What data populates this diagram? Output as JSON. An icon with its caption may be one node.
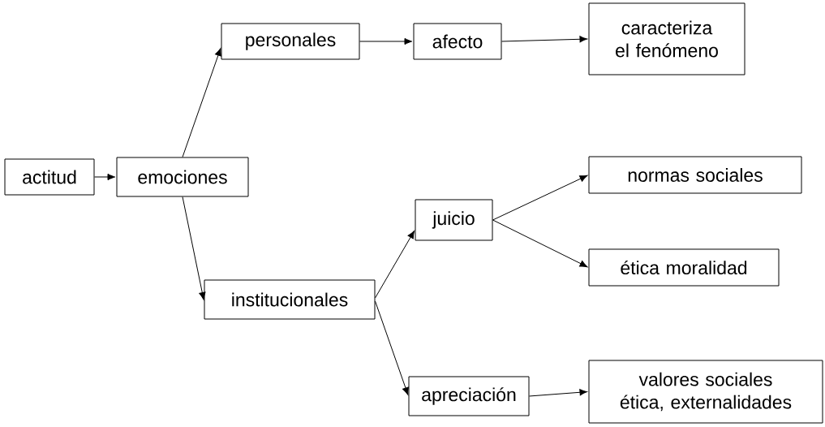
{
  "diagram": {
    "nodes": [
      {
        "text": [
          "actitud"
        ]
      },
      {
        "text": [
          "emociones"
        ]
      },
      {
        "text": [
          "personales"
        ]
      },
      {
        "text": [
          "afecto"
        ]
      },
      {
        "text": [
          "caracteriza el fenómeno"
        ]
      },
      {
        "text": [
          "institucionales"
        ]
      },
      {
        "text": [
          "juicio"
        ]
      },
      {
        "text": [
          "normas sociales"
        ]
      },
      {
        "text": [
          "ética moralidad"
        ]
      },
      {
        "text": [
          "apreciación"
        ]
      },
      {
        "text": [
          "valores sociales ética, externalidades"
        ]
      }
    ],
    "edges": [
      {
        "from": 0,
        "to": 1,
        "arrow": "to"
      },
      {
        "from": 1,
        "to": 2,
        "arrow": "to"
      },
      {
        "from": 2,
        "to": 3,
        "arrow": "to"
      },
      {
        "from": 3,
        "to": 4,
        "arrow": "to"
      },
      {
        "from": 1,
        "to": 5,
        "arrow": "to"
      },
      {
        "from": 5,
        "to": 6,
        "arrow": "to"
      },
      {
        "from": 5,
        "to": 9,
        "arrow": "to"
      },
      {
        "from": 6,
        "to": 7,
        "arrow": "to"
      },
      {
        "from": 6,
        "to": 8,
        "arrow": "to"
      },
      {
        "from": 9,
        "to": 10,
        "arrow": "to"
      }
    ]
  }
}
